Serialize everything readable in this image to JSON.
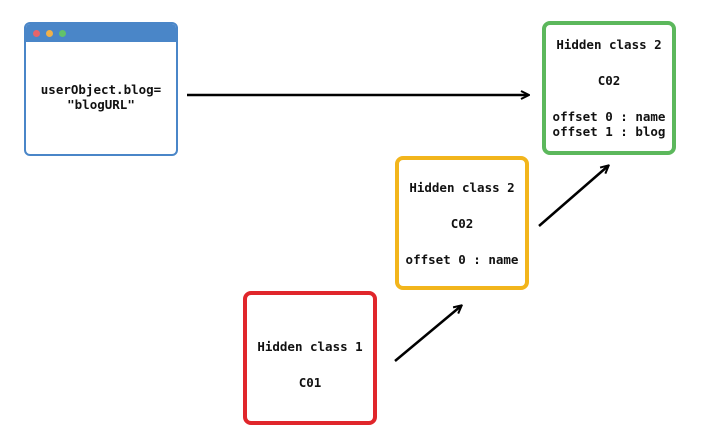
{
  "code_window": {
    "dots": [
      "#e8646a",
      "#f0b04a",
      "#62c26a"
    ],
    "code_line_1": "userObject.blog=",
    "code_line_2": "\"blogURL\""
  },
  "hidden_class_1": {
    "title": "Hidden class 1",
    "id": "C01",
    "color": "#e0262b"
  },
  "hidden_class_2_partial": {
    "title": "Hidden class 2",
    "id": "C02",
    "offsets": [
      "offset 0 : name"
    ],
    "color": "#f2b51c"
  },
  "hidden_class_2_full": {
    "title": "Hidden class 2",
    "id": "C02",
    "offsets": [
      "offset 0 : name",
      "offset 1 : blog"
    ],
    "color": "#5cb85c"
  }
}
